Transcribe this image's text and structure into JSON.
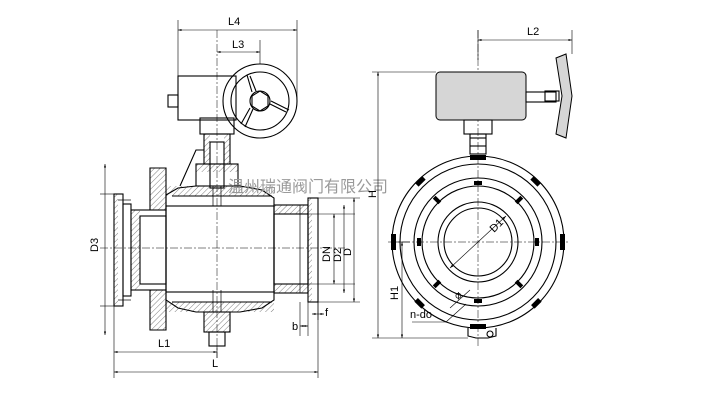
{
  "labels": {
    "L4": "L4",
    "L3": "L3",
    "L2": "L2",
    "L1": "L1",
    "L": "L",
    "D3": "D3",
    "DN": "DN",
    "D2": "D2",
    "D": "D",
    "D1": "D1",
    "H1": "H1",
    "H": "H",
    "b": "b",
    "f": "f",
    "n_do": "n-do",
    "phi": "⌀"
  },
  "watermark": "温州瑞通阀门有限公司"
}
